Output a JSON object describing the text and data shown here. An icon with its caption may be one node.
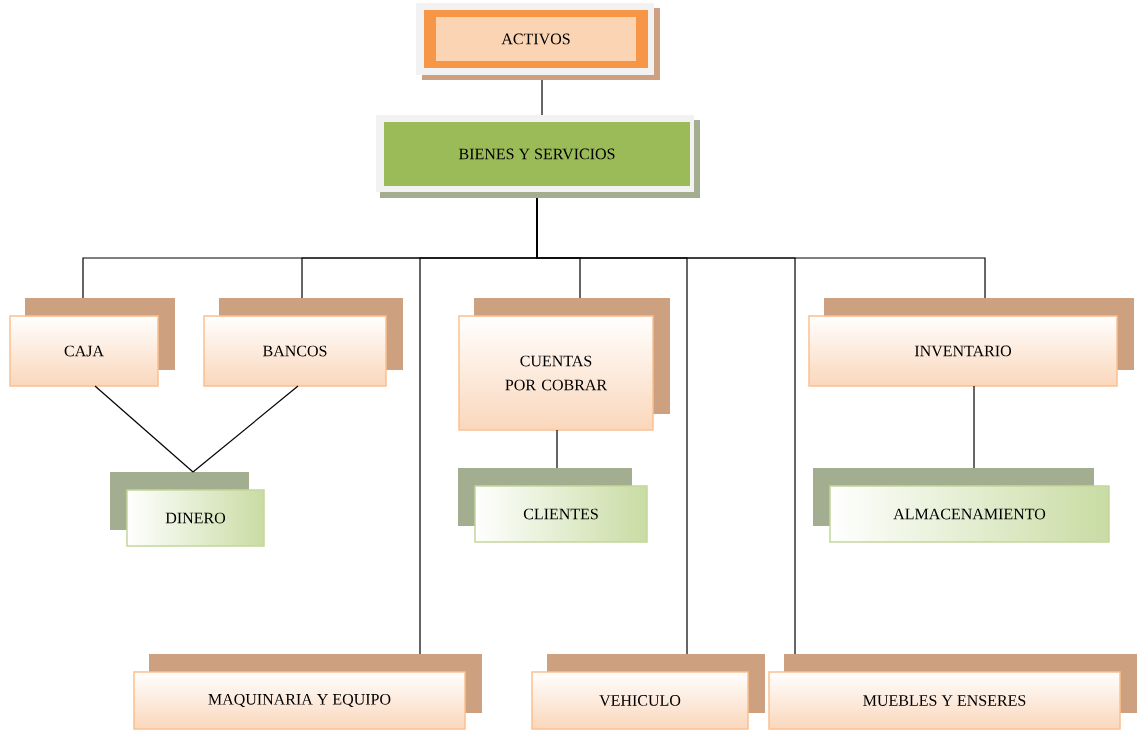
{
  "diagram": {
    "nodes": [
      {
        "text": [
          "ACTIVOS"
        ]
      },
      {
        "text": [
          "BIENES Y SERVICIOS"
        ]
      },
      {
        "text": [
          "CAJA"
        ]
      },
      {
        "text": [
          "BANCOS"
        ]
      },
      {
        "text": [
          "CUENTAS POR COBRAR"
        ]
      },
      {
        "text": [
          "INVENTARIO"
        ]
      },
      {
        "text": [
          "DINERO"
        ]
      },
      {
        "text": [
          "CLIENTES"
        ]
      },
      {
        "text": [
          "ALMACENAMIENTO"
        ]
      },
      {
        "text": [
          "MAQUINARIA Y EQUIPO"
        ]
      },
      {
        "text": [
          "VEHICULO"
        ]
      },
      {
        "text": [
          "MUEBLES Y ENSERES"
        ]
      }
    ],
    "edges": [
      {
        "from": 0,
        "to": 1,
        "arrow": "none"
      },
      {
        "from": 1,
        "to": 2,
        "arrow": "none"
      },
      {
        "from": 1,
        "to": 3,
        "arrow": "none"
      },
      {
        "from": 1,
        "to": 9,
        "arrow": "none"
      },
      {
        "from": 1,
        "to": 4,
        "arrow": "none"
      },
      {
        "from": 1,
        "to": 10,
        "arrow": "none"
      },
      {
        "from": 1,
        "to": 11,
        "arrow": "none"
      },
      {
        "from": 1,
        "to": 5,
        "arrow": "none"
      },
      {
        "from": 2,
        "to": 6,
        "arrow": "none"
      },
      {
        "from": 3,
        "to": 6,
        "arrow": "none"
      },
      {
        "from": 4,
        "to": 7,
        "arrow": "none"
      },
      {
        "from": 5,
        "to": 8,
        "arrow": "none"
      }
    ]
  }
}
